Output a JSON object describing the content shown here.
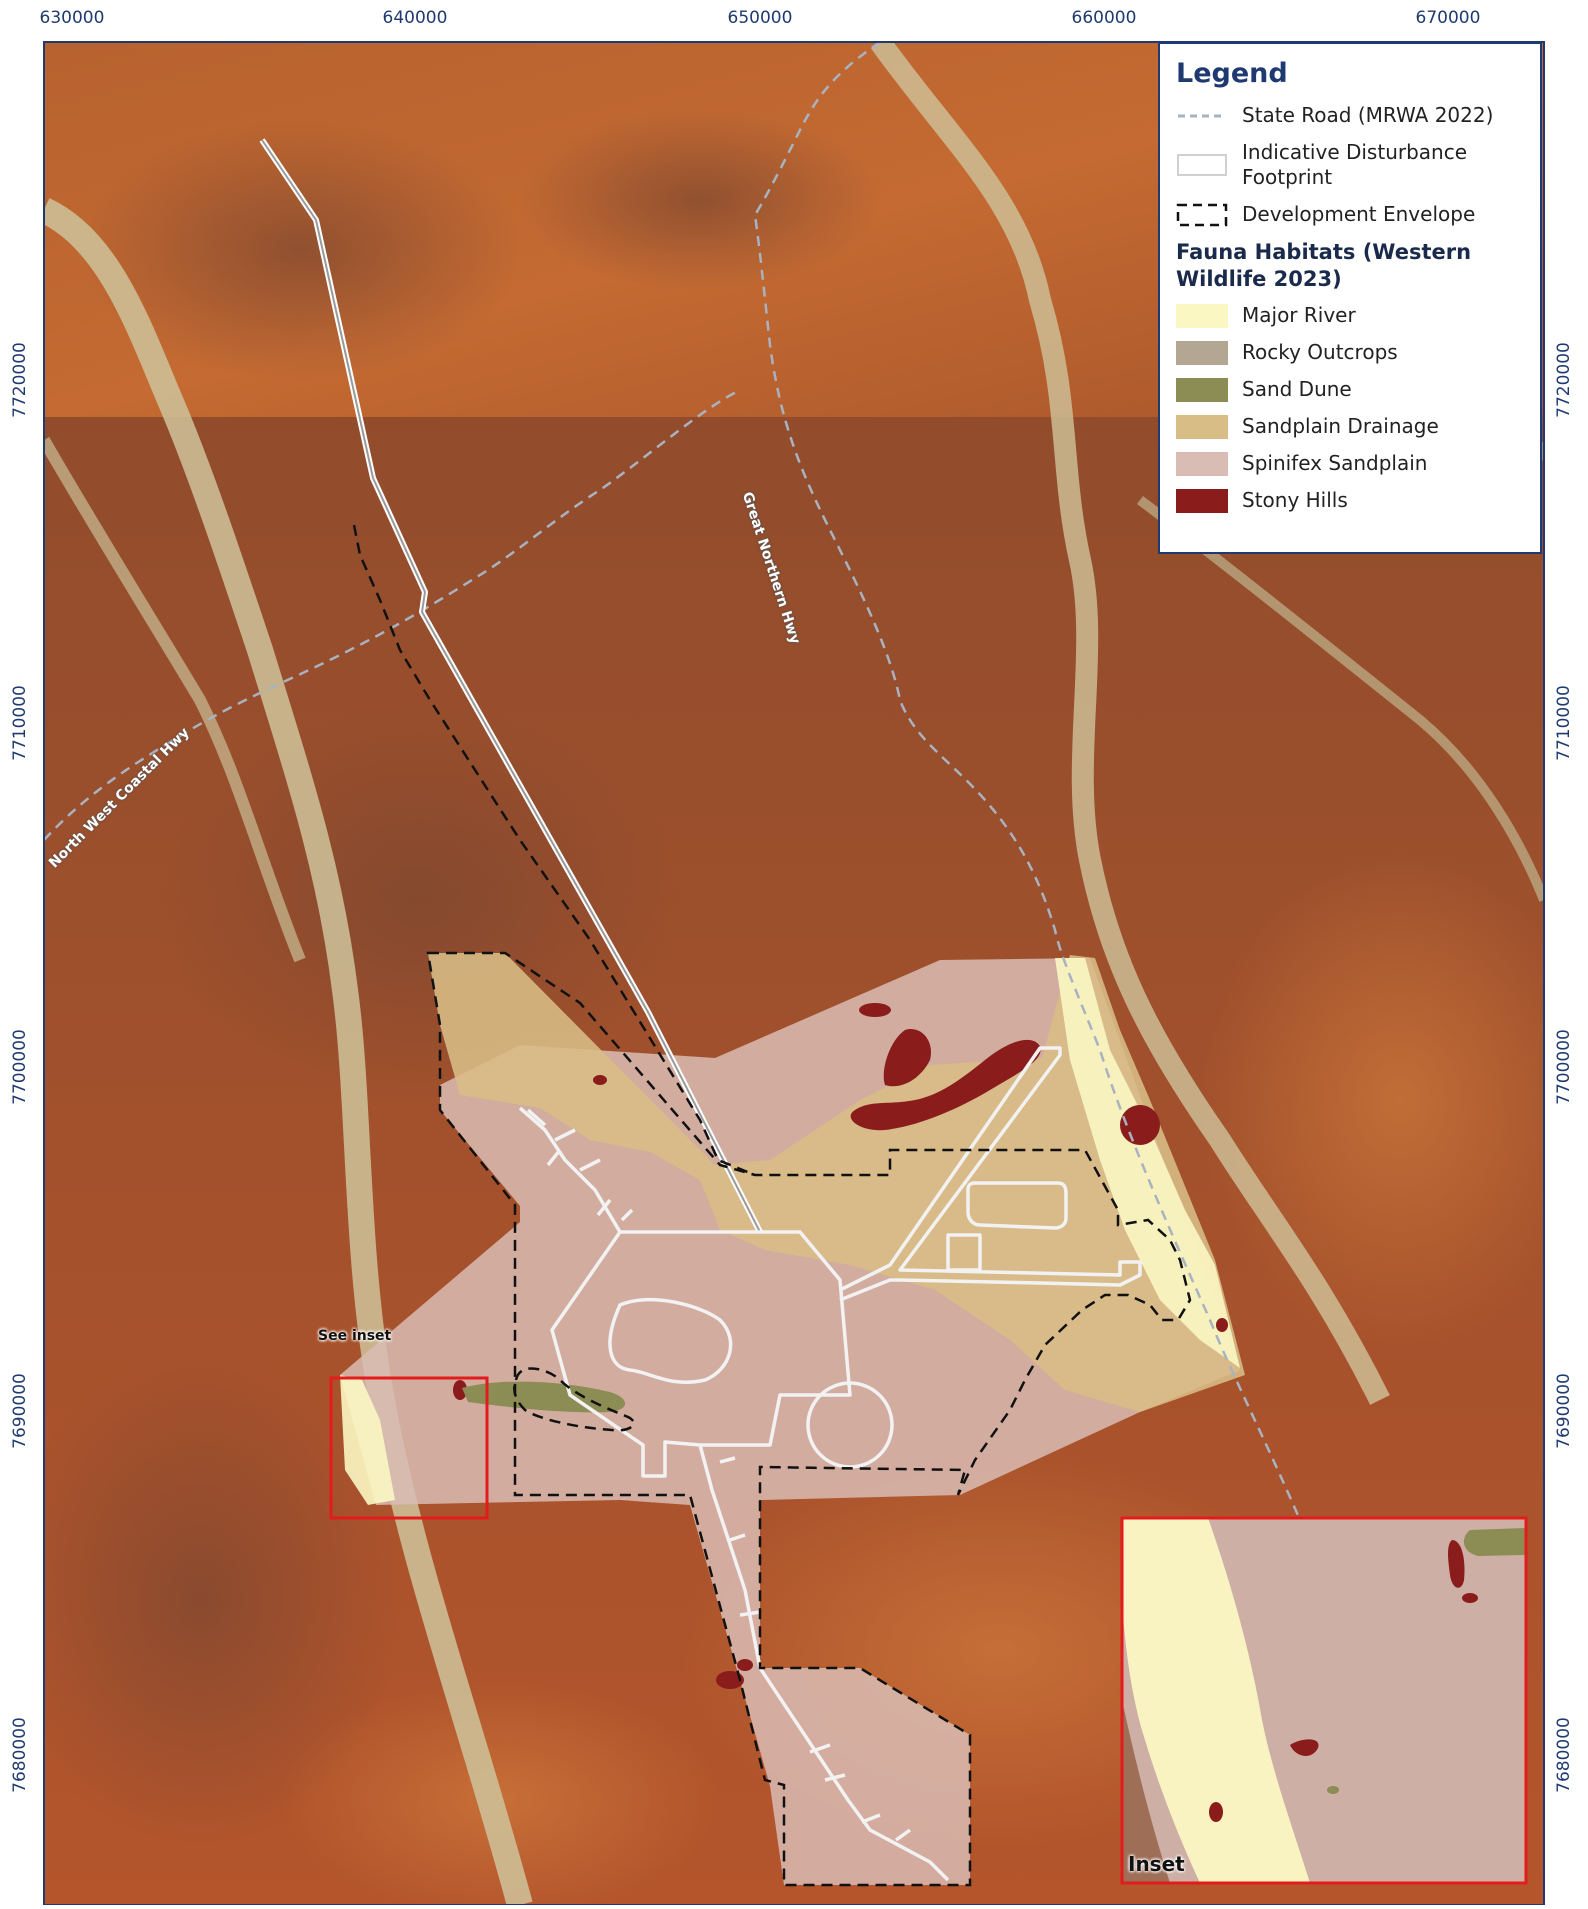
{
  "grid_labels": {
    "easting": [
      "630000",
      "640000",
      "650000",
      "660000",
      "670000"
    ],
    "northing": [
      "7720000",
      "7710000",
      "7700000",
      "7690000",
      "7680000"
    ]
  },
  "legend": {
    "title": "Legend",
    "items": [
      {
        "label": "State Road (MRWA 2022)",
        "symbol": "dashed-grey-line"
      },
      {
        "label": "Indicative Disturbance Footprint",
        "symbol": "white-outline-box"
      },
      {
        "label": "Development Envelope",
        "symbol": "black-dashed-box"
      }
    ],
    "habitat_heading": "Fauna Habitats (Western Wildlife 2023)",
    "habitats": [
      {
        "label": "Major River",
        "color": "#fbf7c3"
      },
      {
        "label": "Rocky Outcrops",
        "color": "#b3a794"
      },
      {
        "label": "Sand Dune",
        "color": "#8c8c55"
      },
      {
        "label": "Sandplain Drainage",
        "color": "#d8bd86"
      },
      {
        "label": "Spinifex Sandplain",
        "color": "#d9bcb4"
      },
      {
        "label": "Stony Hills",
        "color": "#8a1c1c"
      }
    ]
  },
  "roads": {
    "great_northern": "Great Northern Hwy",
    "nw_coastal": "North West Coastal Hwy"
  },
  "labels": {
    "see_inset": "See inset",
    "inset": "Inset"
  },
  "colors": {
    "frame": "#1f3a70",
    "inset_box": "#e41b1b",
    "terrain": "#a9532a"
  }
}
